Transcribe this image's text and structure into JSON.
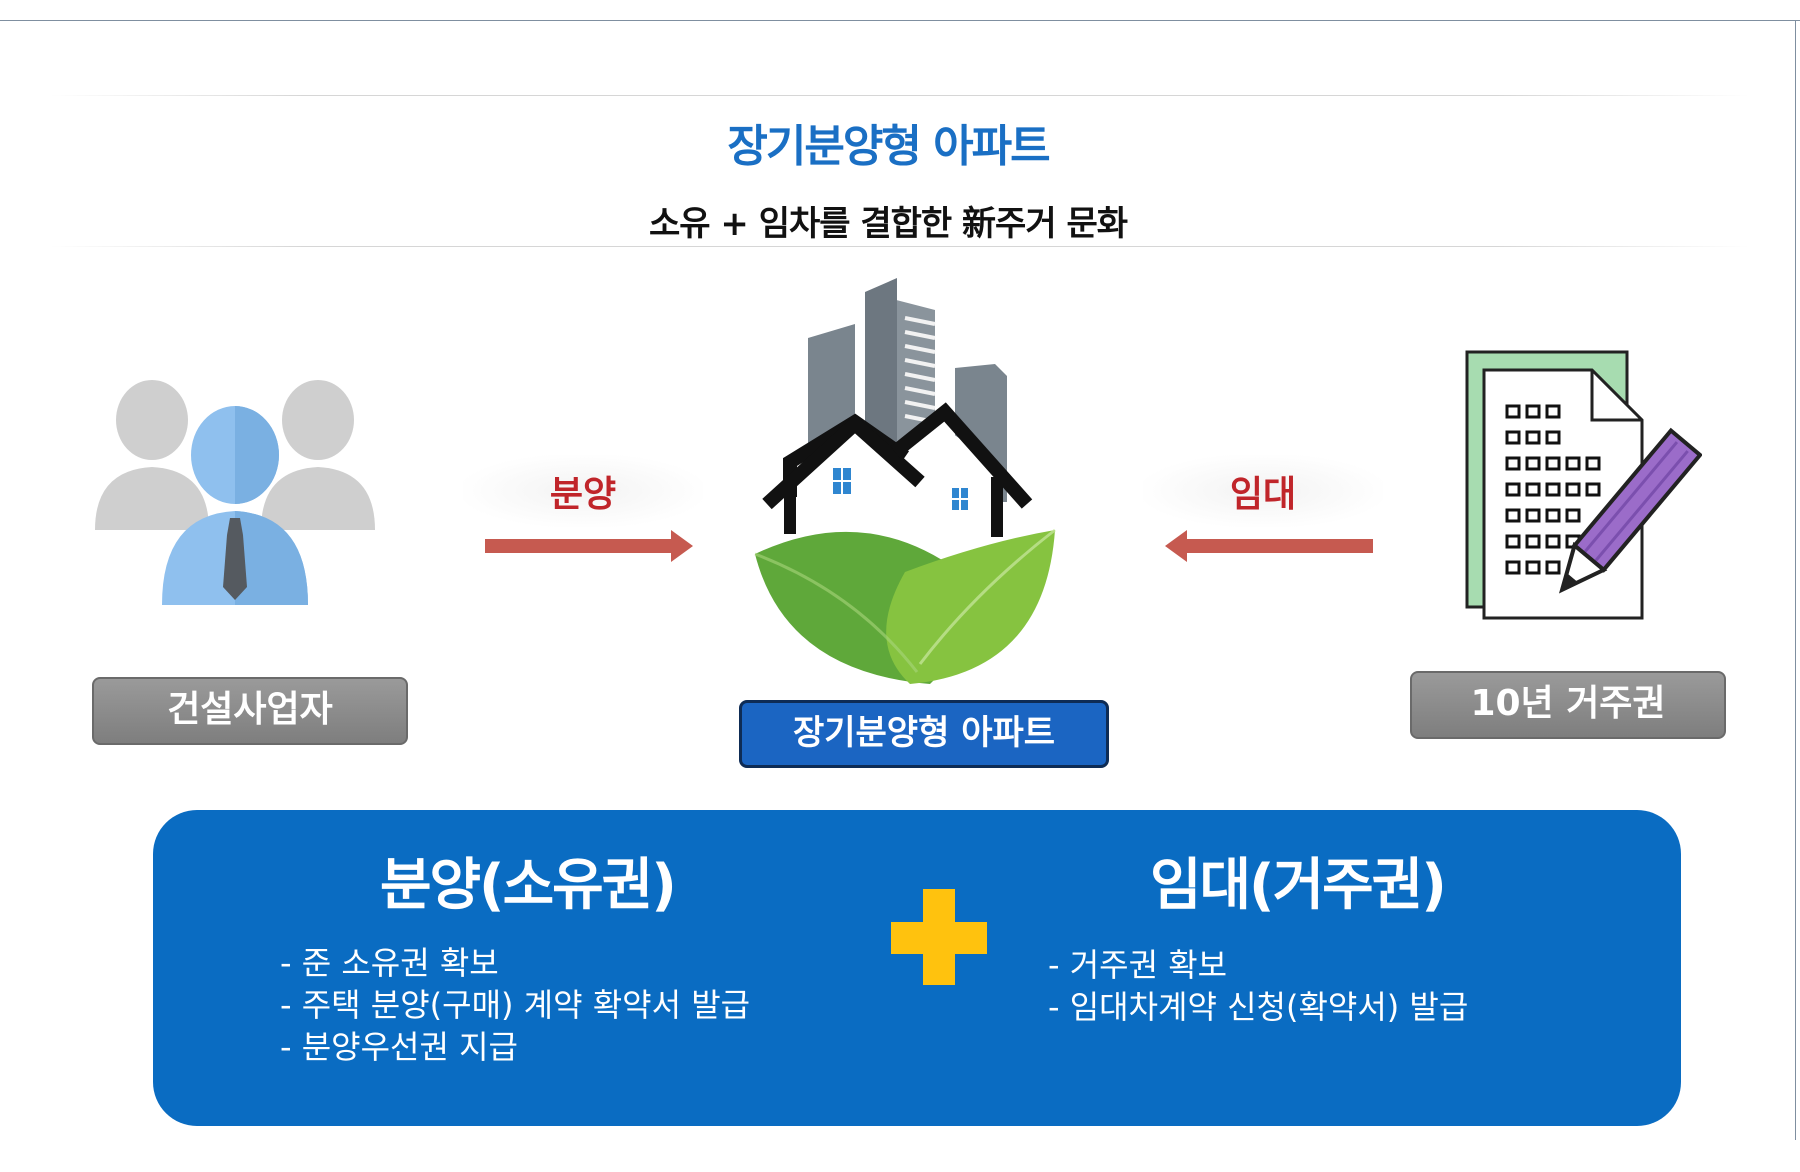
{
  "header": {
    "title": "장기분양형 아파트",
    "subtitle": "소유 + 임차를 결합한 新주거 문화"
  },
  "nodes": {
    "builder": "건설사업자",
    "apartment": "장기분양형 아파트",
    "residence": "10년 거주권"
  },
  "arrows": {
    "left_label": "분양",
    "right_label": "임대"
  },
  "panel": {
    "left_heading": "분양(소유권)",
    "left_items": [
      "준 소유권 확보",
      "주택 분양(구매) 계약 확약서 발급",
      "분양우선권 지급"
    ],
    "right_heading": "임대(거주권)",
    "right_items": [
      "거주권 확보",
      "임대차계약 신청(확약서) 발급"
    ]
  },
  "colors": {
    "title": "#1a6fc4",
    "panel": "#0a6cc2",
    "arrow": "#c65a50",
    "plus": "#ffc20e",
    "label_red": "#c0252a"
  },
  "icons": [
    "people-icon",
    "house-buildings-icon",
    "document-pencil-icon",
    "plus-icon"
  ]
}
